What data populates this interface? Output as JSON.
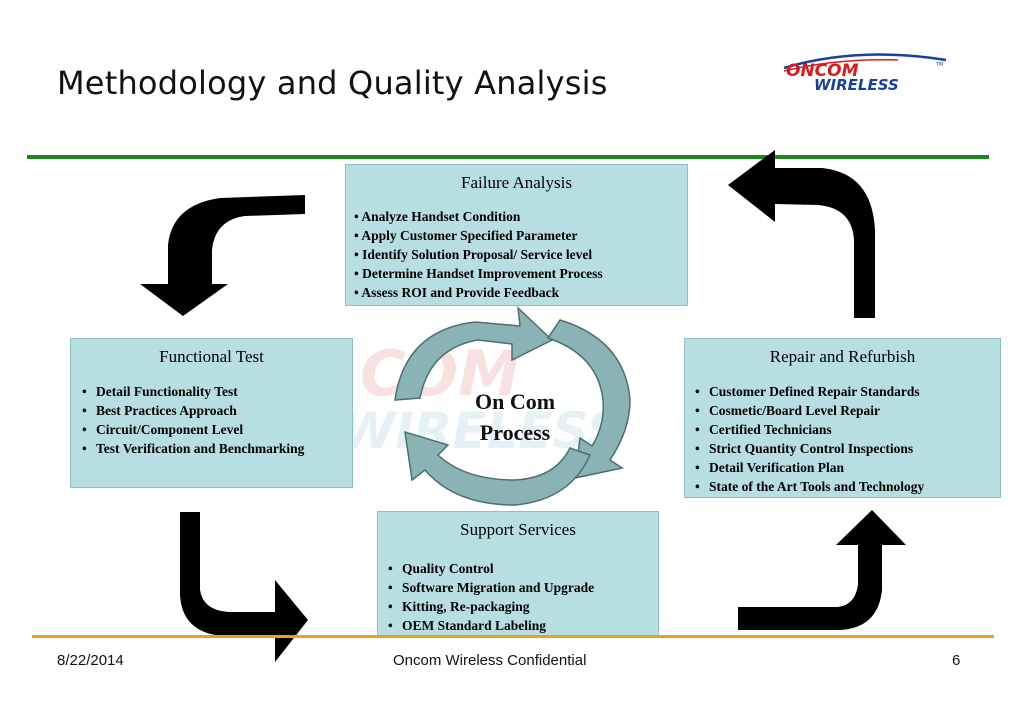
{
  "header": {
    "title": "Methodology and Quality Analysis"
  },
  "logo": {
    "line1": "ONCOM",
    "line2": "WIRELESS",
    "trademark": "TM"
  },
  "watermark": {
    "line1": "COM",
    "line2": "WIRELESS"
  },
  "boxes": {
    "failure": {
      "title": "Failure Analysis",
      "items": [
        "Analyze Handset Condition",
        "Apply Customer Specified Parameter",
        "Identify Solution Proposal/ Service level",
        "Determine Handset Improvement Process",
        "Assess ROI and Provide Feedback"
      ]
    },
    "functional": {
      "title": "Functional Test",
      "items": [
        "Detail Functionality Test",
        "Best Practices Approach",
        "Circuit/Component Level",
        "Test  Verification and Benchmarking"
      ]
    },
    "repair": {
      "title": "Repair and Refurbish",
      "items": [
        "Customer Defined Repair  Standards",
        "Cosmetic/Board Level Repair",
        "Certified Technicians",
        "Strict Quantity Control Inspections",
        "Detail Verification Plan",
        "State of the Art Tools and Technology"
      ]
    },
    "support": {
      "title": "Support Services",
      "items": [
        "Quality Control",
        "Software Migration and Upgrade",
        "Kitting, Re-packaging",
        "OEM Standard Labeling"
      ]
    }
  },
  "center": {
    "line1": "On Com",
    "line2": "Process"
  },
  "footer": {
    "date": "8/22/2014",
    "confidential": "Oncom Wireless Confidential",
    "page": "6"
  },
  "colors": {
    "box_fill": "#b7dfe2",
    "cycle_arrow": "#8ab3b5",
    "green_rule": "#1e8a1e",
    "orange_rule": "#e8a21c",
    "logo_red": "#d61c1c",
    "logo_blue": "#1b3f9c"
  }
}
